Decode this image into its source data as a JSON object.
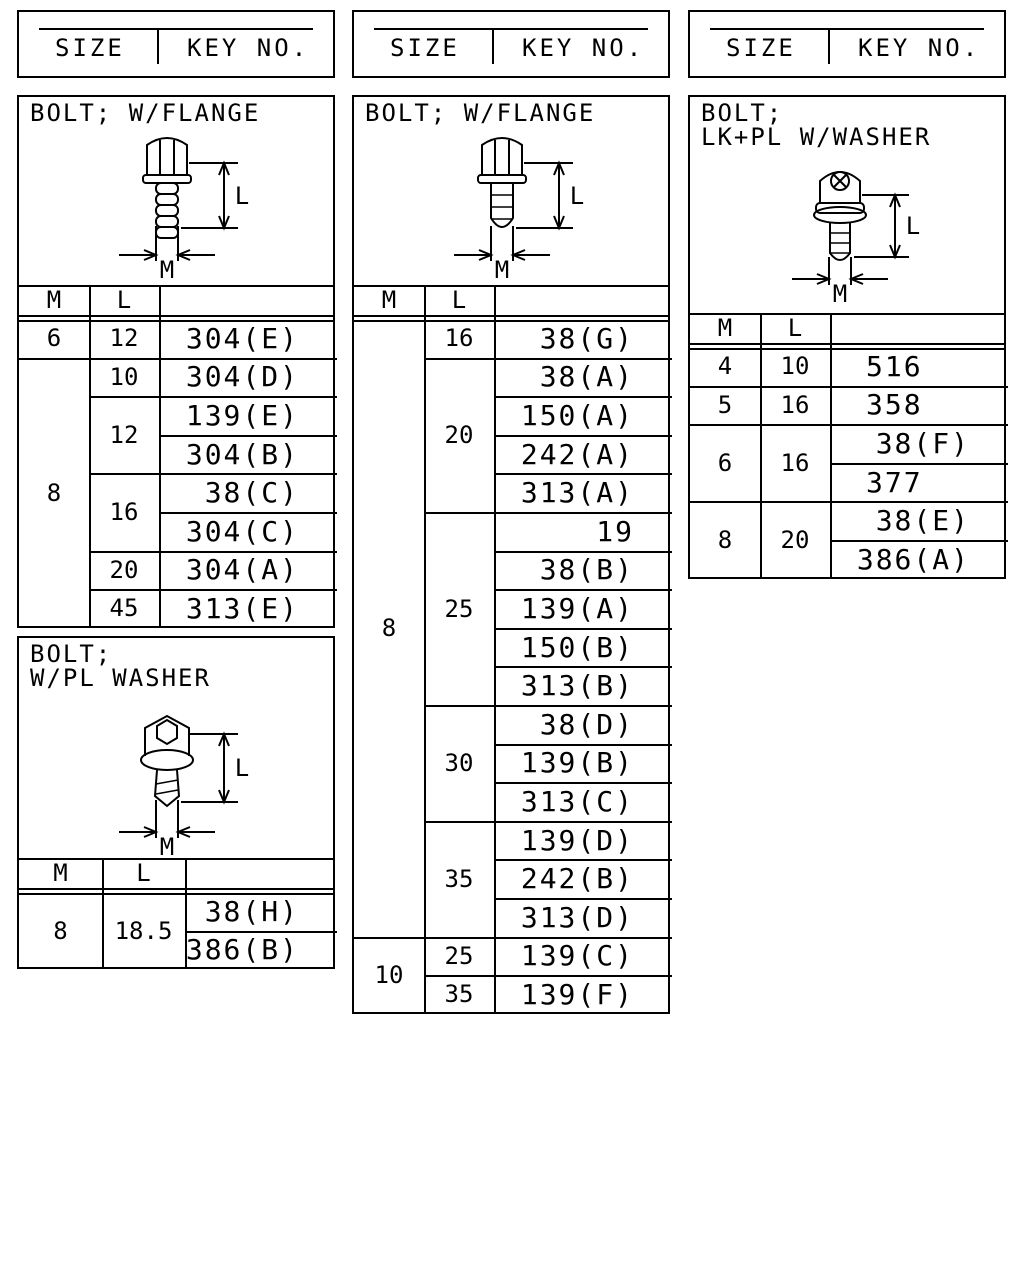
{
  "header": {
    "size": "SIZE",
    "key_no": "KEY NO."
  },
  "columns": {
    "m": "M",
    "l": "L"
  },
  "diagram": {
    "m_label": "M",
    "l_label": "L"
  },
  "sections": [
    {
      "title_lines": [
        "BOLT; W/FLANGE"
      ],
      "groups": [
        {
          "m": "6",
          "rows": [
            {
              "l": "12",
              "keys": [
                "304(E)"
              ]
            }
          ]
        },
        {
          "m": "8",
          "rows": [
            {
              "l": "10",
              "keys": [
                "304(D)"
              ]
            },
            {
              "l": "12",
              "keys": [
                "139(E)",
                "304(B)"
              ]
            },
            {
              "l": "16",
              "keys": [
                "38(C)",
                "304(C)"
              ]
            },
            {
              "l": "20",
              "keys": [
                "304(A)"
              ]
            },
            {
              "l": "45",
              "keys": [
                "313(E)"
              ]
            }
          ]
        }
      ]
    },
    {
      "title_lines": [
        "BOLT;",
        "W/PL WASHER"
      ],
      "groups": [
        {
          "m": "8",
          "rows": [
            {
              "l": "18.5",
              "keys": [
                "38(H)",
                "386(B)"
              ]
            }
          ]
        }
      ]
    },
    {
      "title_lines": [
        "BOLT; W/FLANGE"
      ],
      "groups": [
        {
          "m": "8",
          "rows": [
            {
              "l": "16",
              "keys": [
                "38(G)"
              ]
            },
            {
              "l": "20",
              "keys": [
                "38(A)",
                "150(A)",
                "242(A)",
                "313(A)"
              ]
            },
            {
              "l": "25",
              "keys": [
                "19",
                "38(B)",
                "139(A)",
                "150(B)",
                "313(B)"
              ]
            },
            {
              "l": "30",
              "keys": [
                "38(D)",
                "139(B)",
                "313(C)"
              ]
            },
            {
              "l": "35",
              "keys": [
                "139(D)",
                "242(B)",
                "313(D)"
              ]
            }
          ]
        },
        {
          "m": "10",
          "rows": [
            {
              "l": "25",
              "keys": [
                "139(C)"
              ]
            },
            {
              "l": "35",
              "keys": [
                "139(F)"
              ]
            }
          ]
        }
      ]
    },
    {
      "title_lines": [
        "BOLT;",
        "LK+PL W/WASHER"
      ],
      "groups": [
        {
          "m": "4",
          "rows": [
            {
              "l": "10",
              "keys": [
                "516"
              ]
            }
          ]
        },
        {
          "m": "5",
          "rows": [
            {
              "l": "16",
              "keys": [
                "358"
              ]
            }
          ]
        },
        {
          "m": "6",
          "rows": [
            {
              "l": "16",
              "keys": [
                "38(F)",
                "377"
              ]
            }
          ]
        },
        {
          "m": "8",
          "rows": [
            {
              "l": "20",
              "keys": [
                "38(E)",
                "386(A)"
              ]
            }
          ]
        }
      ]
    }
  ]
}
